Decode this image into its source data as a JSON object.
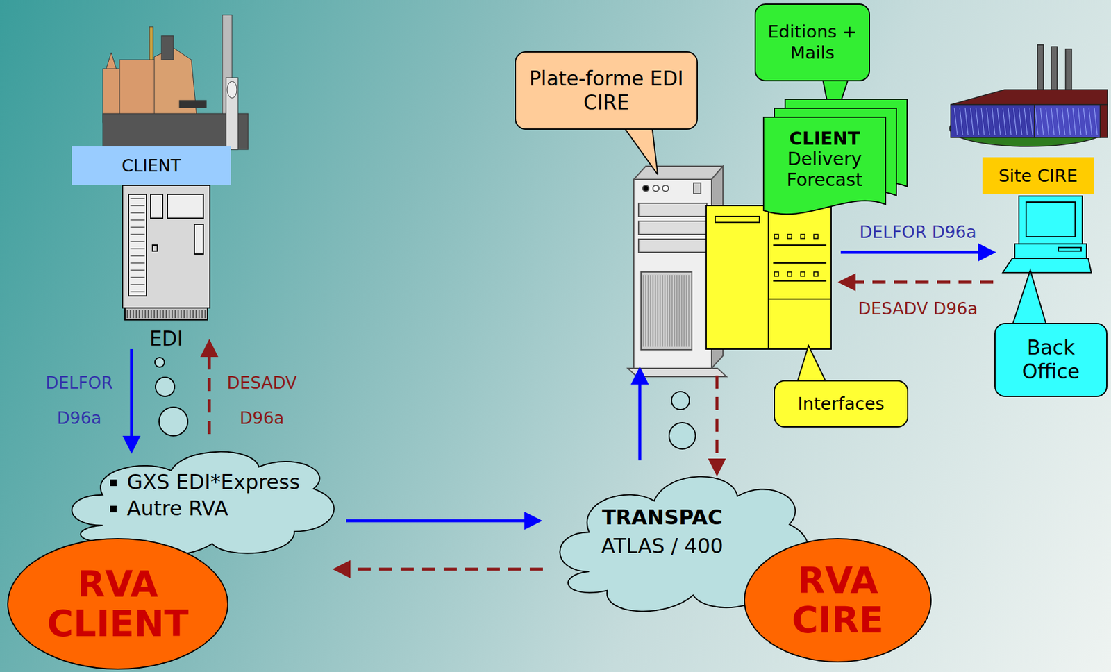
{
  "diagram": {
    "nodes": [
      {
        "text": [
          "CLIENT"
        ]
      },
      {
        "text": [
          "EDI"
        ]
      },
      {
        "text": [
          "GXS EDI*Express",
          "Autre RVA"
        ]
      },
      {
        "text": [
          "RVA CLIENT"
        ]
      },
      {
        "text": [
          "TRANSPAC",
          "ATLAS / 400"
        ]
      },
      {
        "text": [
          "RVA CIRE"
        ]
      },
      {
        "text": [
          "Plate-forme EDI CIRE"
        ]
      },
      {
        "text": [
          "Interfaces"
        ]
      },
      {
        "text": [
          "CLIENT",
          "Delivery Forecast"
        ]
      },
      {
        "text": [
          "Editions + Mails"
        ]
      },
      {
        "text": [
          "Site CIRE"
        ]
      },
      {
        "text": [
          "Back Office"
        ]
      }
    ],
    "edges": [
      {
        "from": 1,
        "to": 2,
        "label": "DELFOR D96a",
        "arrow": "to"
      },
      {
        "from": 2,
        "to": 1,
        "label": "DESADV D96a",
        "arrow": "to"
      },
      {
        "from": 2,
        "to": 4,
        "arrow": "to"
      },
      {
        "from": 4,
        "to": 2,
        "arrow": "to"
      },
      {
        "from": 4,
        "to": 6,
        "arrow": "to"
      },
      {
        "from": 6,
        "to": 4,
        "arrow": "to"
      },
      {
        "from": 7,
        "to": 11,
        "label": "DELFOR D96a",
        "arrow": "to"
      },
      {
        "from": 11,
        "to": 7,
        "label": "DESADV D96a",
        "arrow": "to"
      }
    ]
  }
}
